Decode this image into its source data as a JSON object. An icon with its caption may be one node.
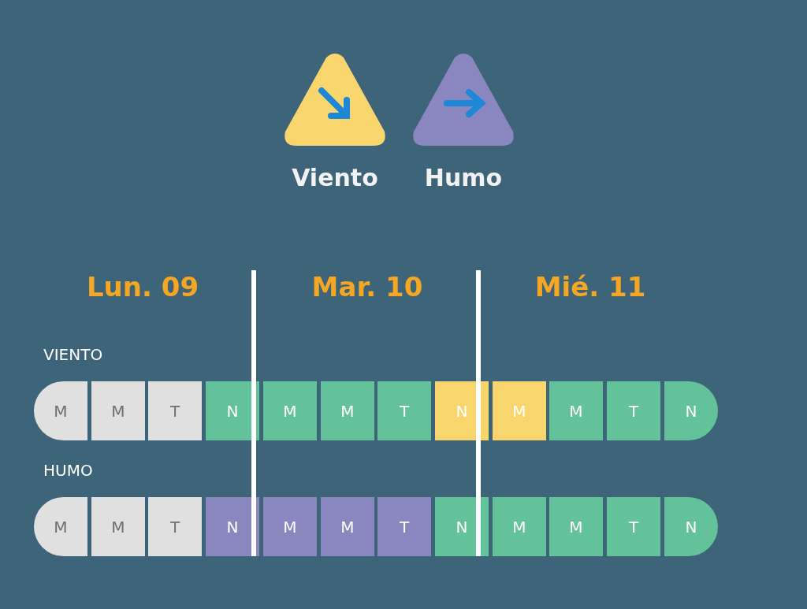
{
  "diagram": {
    "nodes": [
      {
        "text": [
          "VIENTO"
        ]
      },
      {
        "text": [
          "M"
        ],
        "in": 0
      },
      {
        "text": [
          "M"
        ],
        "in": 0
      },
      {
        "text": [
          "T"
        ],
        "in": 0
      },
      {
        "text": [
          "N"
        ],
        "in": 0
      },
      {
        "text": [
          "M"
        ],
        "in": 0
      },
      {
        "text": [
          "M"
        ],
        "in": 0
      },
      {
        "text": [
          "T"
        ],
        "in": 0
      },
      {
        "text": [
          "N"
        ],
        "in": 0
      },
      {
        "text": [
          "M"
        ],
        "in": 0
      },
      {
        "text": [
          "M"
        ],
        "in": 0
      },
      {
        "text": [
          "T"
        ],
        "in": 0
      },
      {
        "text": [
          "N"
        ],
        "in": 0
      },
      {
        "text": [
          "HUMO"
        ]
      },
      {
        "text": [
          "M"
        ],
        "in": 13
      },
      {
        "text": [
          "M"
        ],
        "in": 13
      },
      {
        "text": [
          "T"
        ],
        "in": 13
      },
      {
        "text": [
          "N"
        ],
        "in": 13
      },
      {
        "text": [
          "M"
        ],
        "in": 13
      },
      {
        "text": [
          "M"
        ],
        "in": 13
      },
      {
        "text": [
          "T"
        ],
        "in": 13
      },
      {
        "text": [
          "N"
        ],
        "in": 13
      },
      {
        "text": [
          "M"
        ],
        "in": 13
      },
      {
        "text": [
          "M"
        ],
        "in": 13
      },
      {
        "text": [
          "T"
        ],
        "in": 13
      },
      {
        "text": [
          "N"
        ],
        "in": 13
      }
    ],
    "labels": [
      "Lun. 09",
      "Mar. 10",
      "Mié. 11"
    ],
    "legend": [
      {
        "text": "Viento",
        "color": "#f9d56e"
      },
      {
        "text": "Humo",
        "color": "#8a86c0"
      }
    ]
  }
}
